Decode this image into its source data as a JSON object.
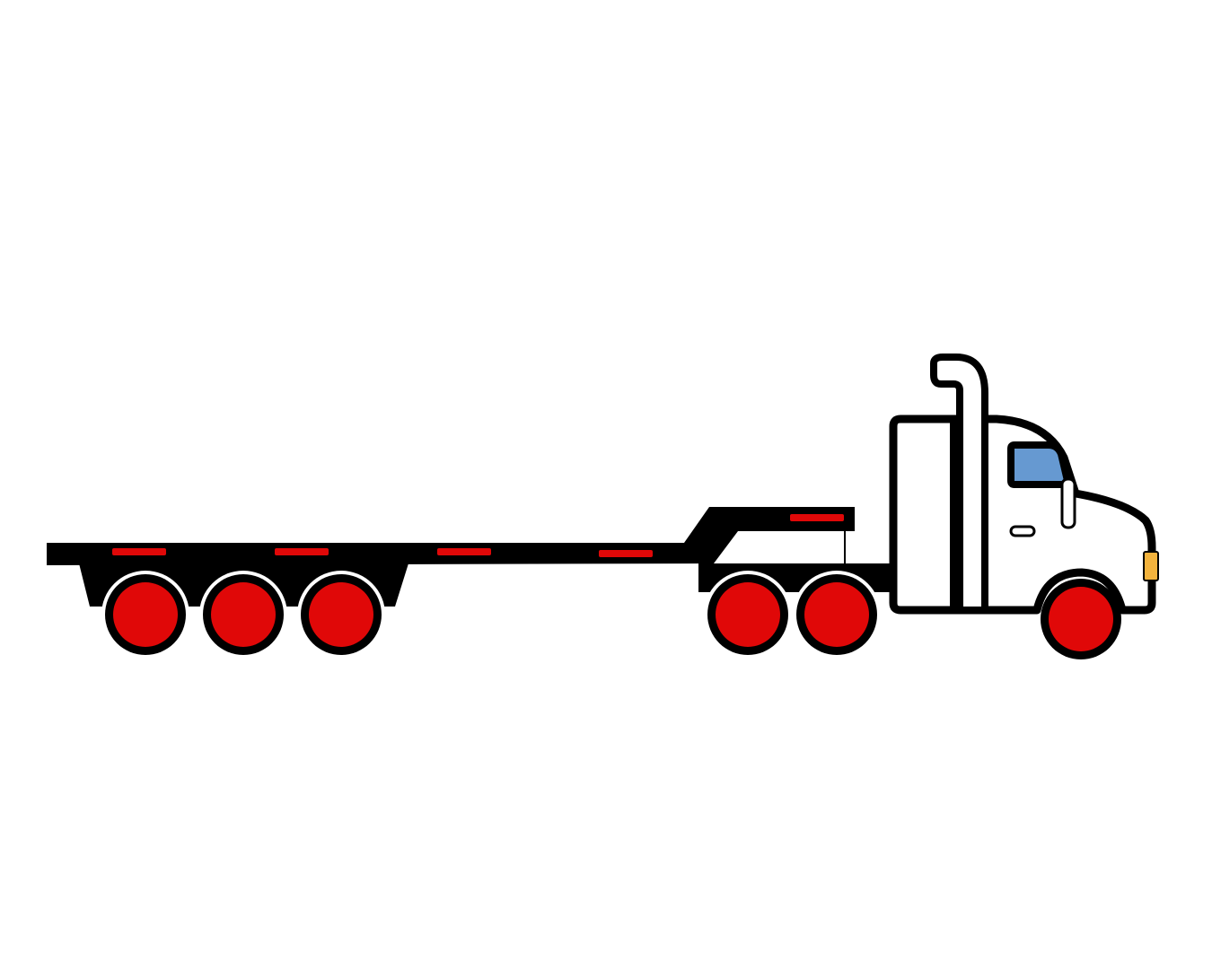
{
  "illustration": {
    "subject": "semi-truck-with-flatbed-trailer",
    "colors": {
      "background": "#ffffff",
      "outline": "#000000",
      "wheel": "#e00808",
      "wheel_rim_gap": "#ffffff",
      "marker_light": "#e00808",
      "window": "#6699d1",
      "cab_body": "#ffffff",
      "headlight": "#f3b33d"
    },
    "trailer": {
      "axle_count": 3
    },
    "tractor": {
      "rear_axle_count": 2,
      "front_axle_count": 1
    }
  }
}
